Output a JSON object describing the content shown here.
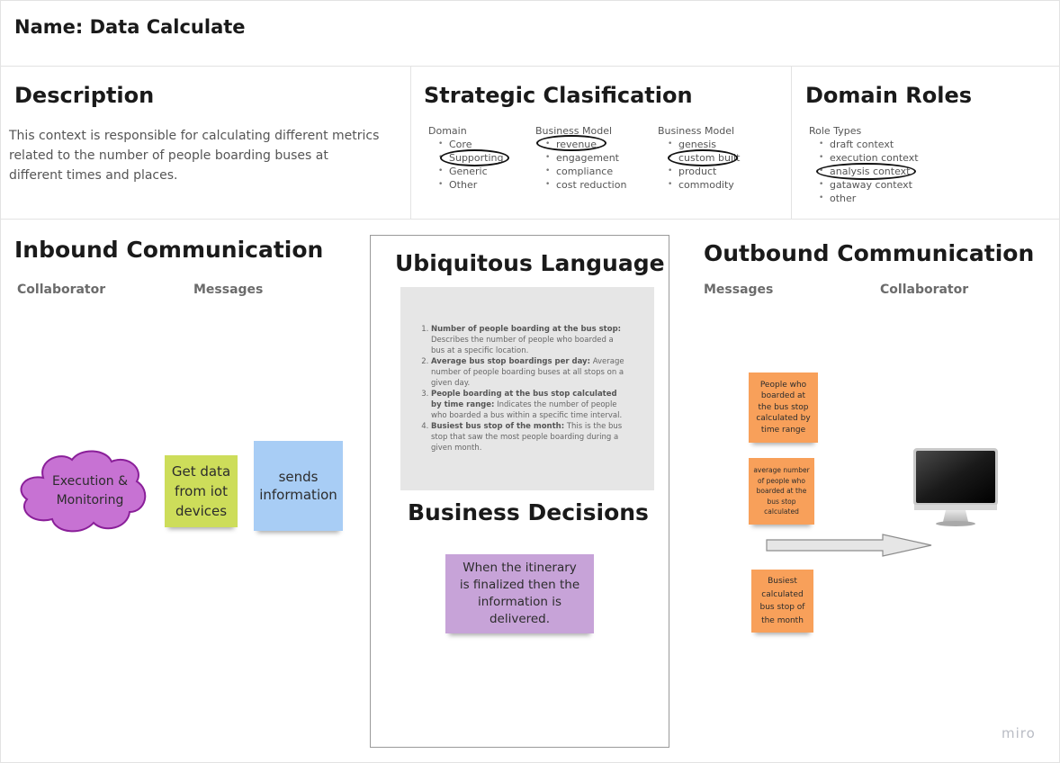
{
  "header": {
    "title": "Name: Data Calculate"
  },
  "description": {
    "heading": "Description",
    "text_lines": [
      "This context is responsible for calculating different metrics",
      "related to the number of people boarding buses at",
      "different times and places."
    ]
  },
  "strategic": {
    "heading": "Strategic Clasification",
    "domain": {
      "label": "Domain",
      "items": [
        "Core",
        "Supporting",
        "Generic",
        "Other"
      ]
    },
    "business_model": {
      "label": "Business Model",
      "items": [
        "revenue",
        "engagement",
        "compliance",
        "cost reduction"
      ]
    },
    "evolution": {
      "label": "Business Model",
      "items": [
        "genesis",
        "custom built",
        "product",
        "commodity"
      ]
    }
  },
  "domain_roles": {
    "heading": "Domain Roles",
    "label": "Role Types",
    "items": [
      "draft context",
      "execution context",
      "analysis context",
      "gataway context",
      "other"
    ]
  },
  "inbound": {
    "heading": "Inbound Communication",
    "col_collaborator": "Collaborator",
    "col_messages": "Messages",
    "cloud": "Execution & Monitoring",
    "sticky_green": "Get data from iot devices",
    "sticky_blue": "sends information"
  },
  "ubiquitous": {
    "heading": "Ubiquitous Language",
    "items": [
      {
        "term": "Number of people boarding at the bus stop:",
        "def": "Describes the number of people who boarded a bus at a specific location."
      },
      {
        "term": "Average bus stop boardings per day:",
        "def": "Average number of people boarding buses at all stops on a given day."
      },
      {
        "term": "People boarding at the bus stop calculated by time range:",
        "def": "Indicates the number of people who boarded a bus within a specific time interval."
      },
      {
        "term": "Busiest bus stop of the month:",
        "def": "This is the bus stop that saw the most people boarding during a given month."
      }
    ]
  },
  "business_decisions": {
    "heading": "Business Decisions",
    "sticky": "When the itinerary is finalized then the information is delivered."
  },
  "outbound": {
    "heading": "Outbound Communication",
    "col_messages": "Messages",
    "col_collaborator": "Collaborator",
    "sticky_1": "People who boarded at the bus stop calculated by time range",
    "sticky_2": "average number of people who boarded at the bus stop calculated",
    "sticky_3": "Busiest calculated bus stop of the month"
  },
  "watermark": "miro",
  "colors": {
    "sticky_green": "#cddd5a",
    "sticky_blue": "#a8cdf5",
    "sticky_purple": "#c7a3d8",
    "sticky_orange": "#f8a05a",
    "cloud_fill": "#c772d3",
    "cloud_stroke": "#8a1f99"
  }
}
